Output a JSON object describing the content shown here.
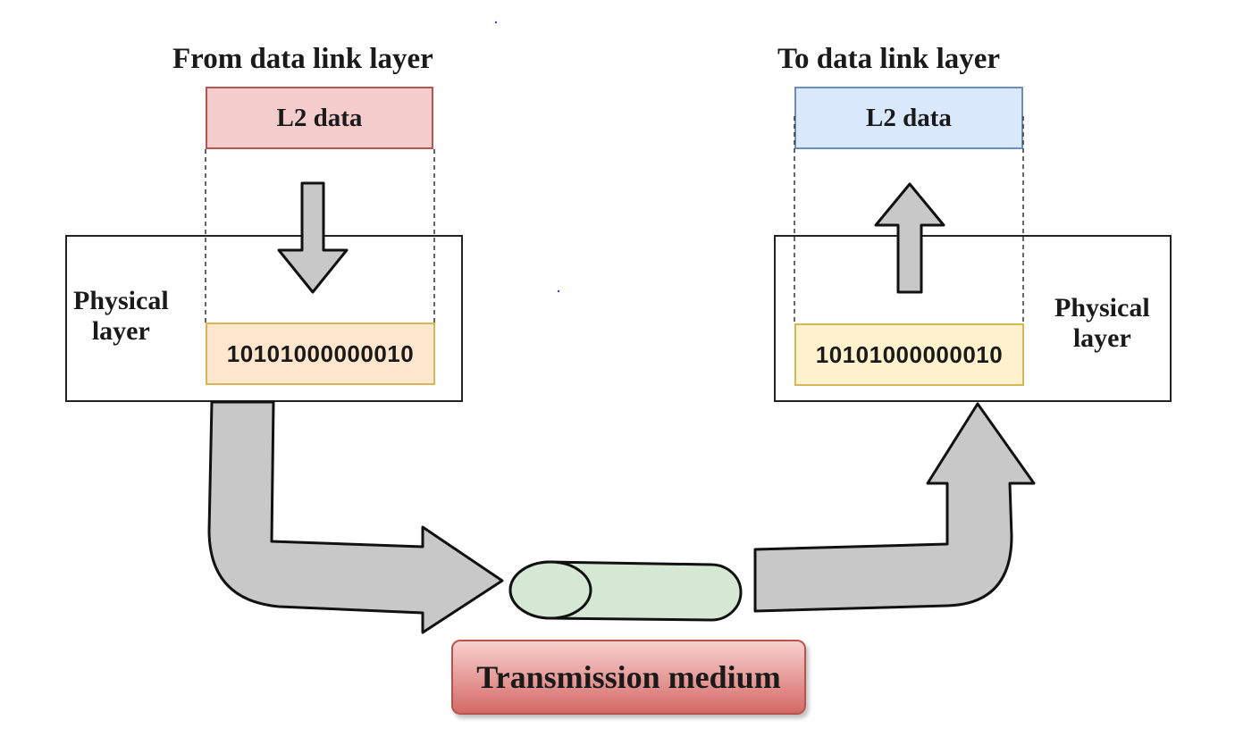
{
  "left": {
    "heading": "From data link layer",
    "l2_label": "L2 data",
    "physical_label": "Physical\nlayer",
    "bits": "10101000000010"
  },
  "right": {
    "heading": "To data link layer",
    "l2_label": "L2 data",
    "physical_label": "Physical\nlayer",
    "bits": "10101000000010"
  },
  "medium": {
    "label": "Transmission medium"
  },
  "colors": {
    "left_l2_fill": "#f4cccc",
    "right_l2_fill": "#dae8fc",
    "bits_fill": "#ffe6cc",
    "medium_cylinder_fill": "#d5e8d4",
    "arrow_fill": "#c8c8c8",
    "medium_label_fill": "#d46a66"
  }
}
